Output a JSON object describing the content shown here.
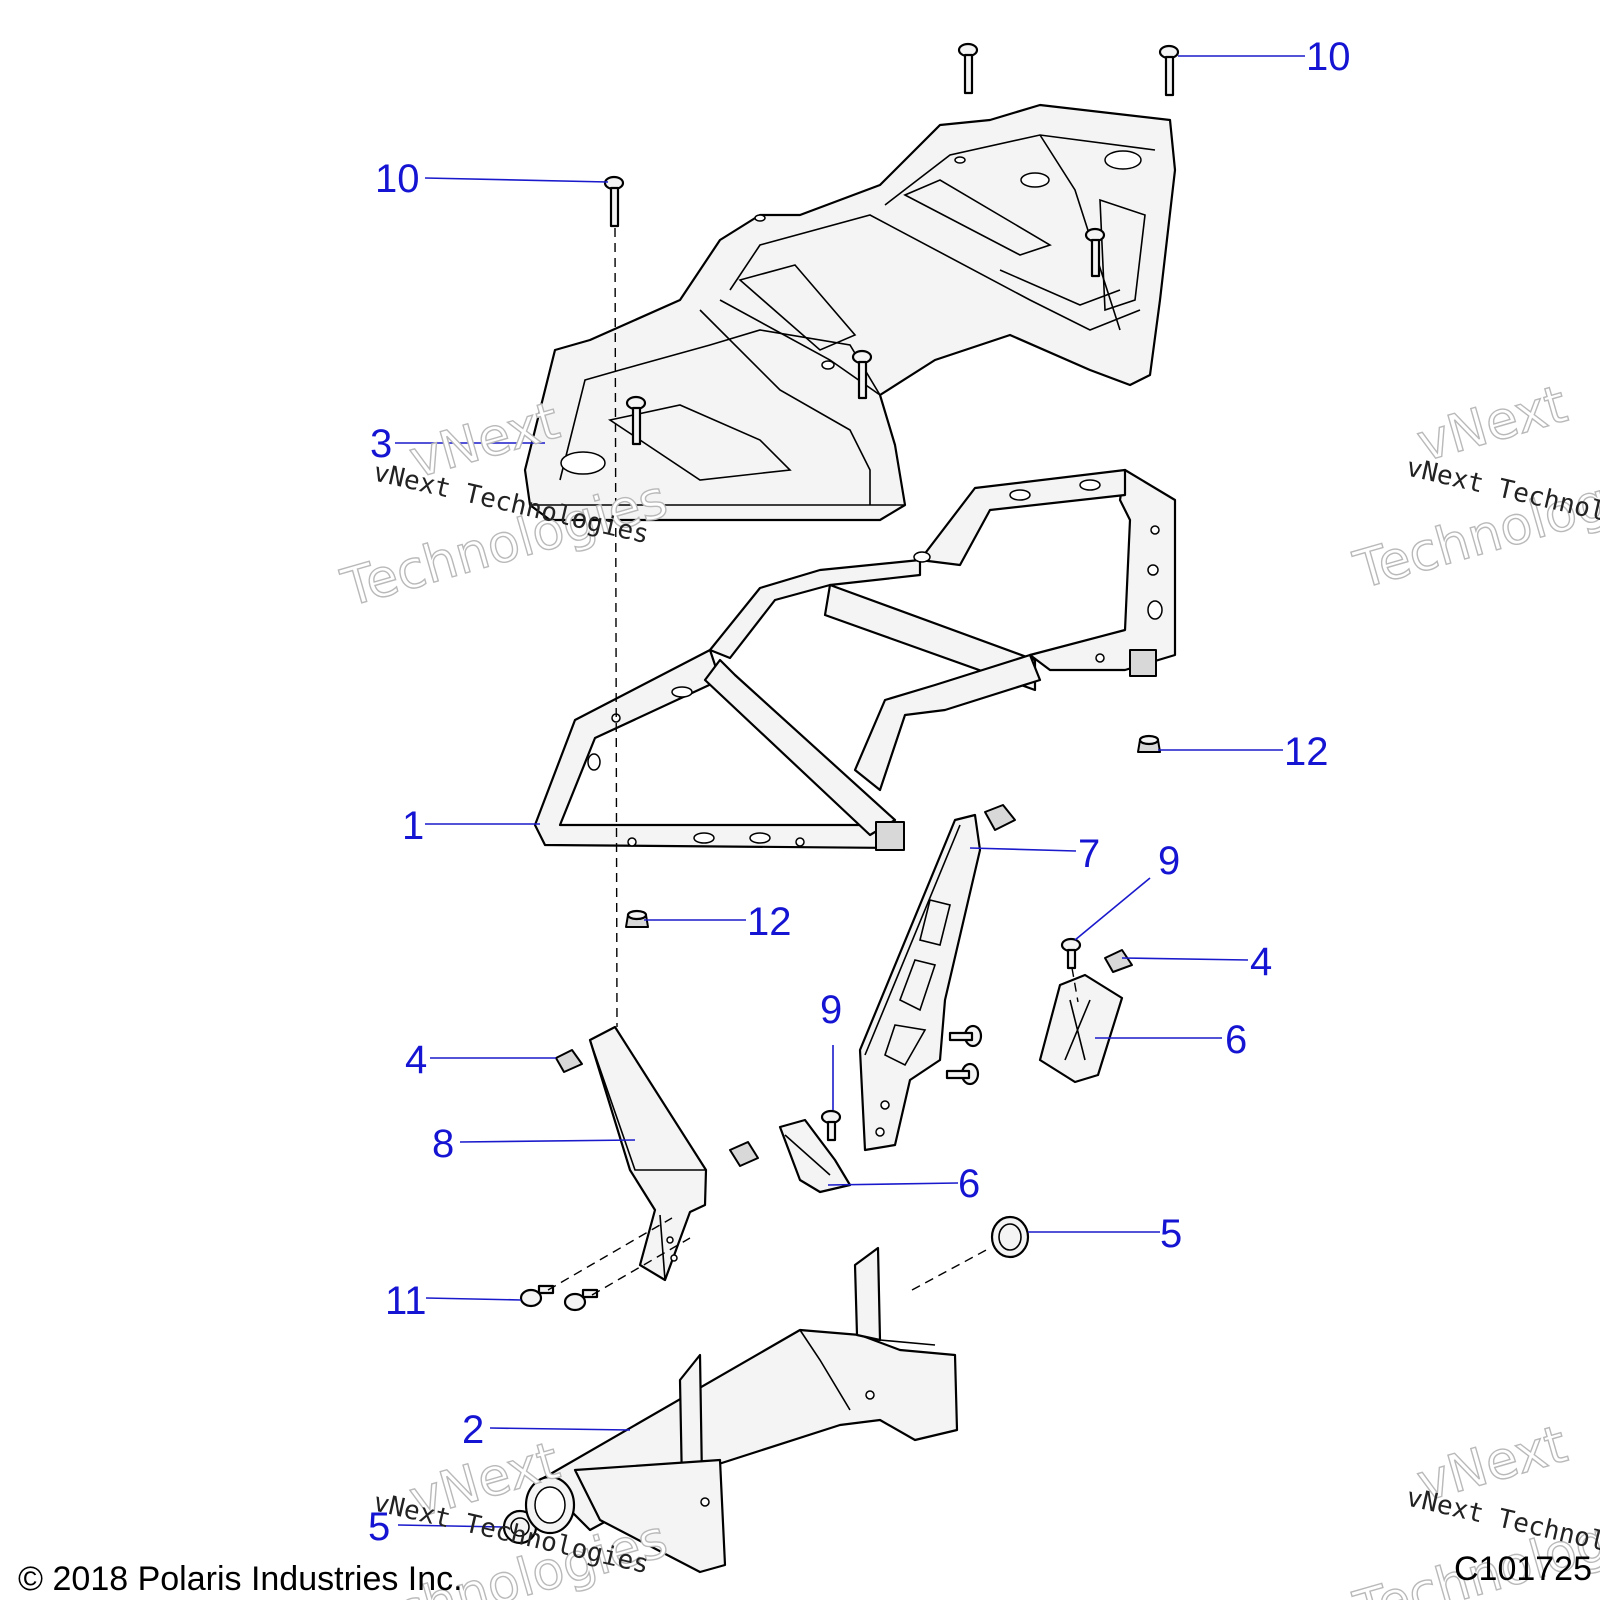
{
  "callouts": {
    "c10a": "10",
    "c10b": "10",
    "c3": "3",
    "c12a": "12",
    "c1": "1",
    "c7": "7",
    "c9a": "9",
    "c12b": "12",
    "c4a": "4",
    "c6a": "6",
    "c9b": "9",
    "c4b": "4",
    "c8": "8",
    "c6b": "6",
    "c5a": "5",
    "c11": "11",
    "c2": "2",
    "c5b": "5"
  },
  "footer": {
    "copyright": "© 2018 Polaris Industries Inc.",
    "figure_id": "C101725"
  },
  "watermark": {
    "line": "vNext Technologies",
    "word1": "vNext",
    "word2": "Technologies"
  },
  "colors": {
    "callout": "#1414d2",
    "leader": "#1a1acc",
    "line_art": "#000000"
  }
}
